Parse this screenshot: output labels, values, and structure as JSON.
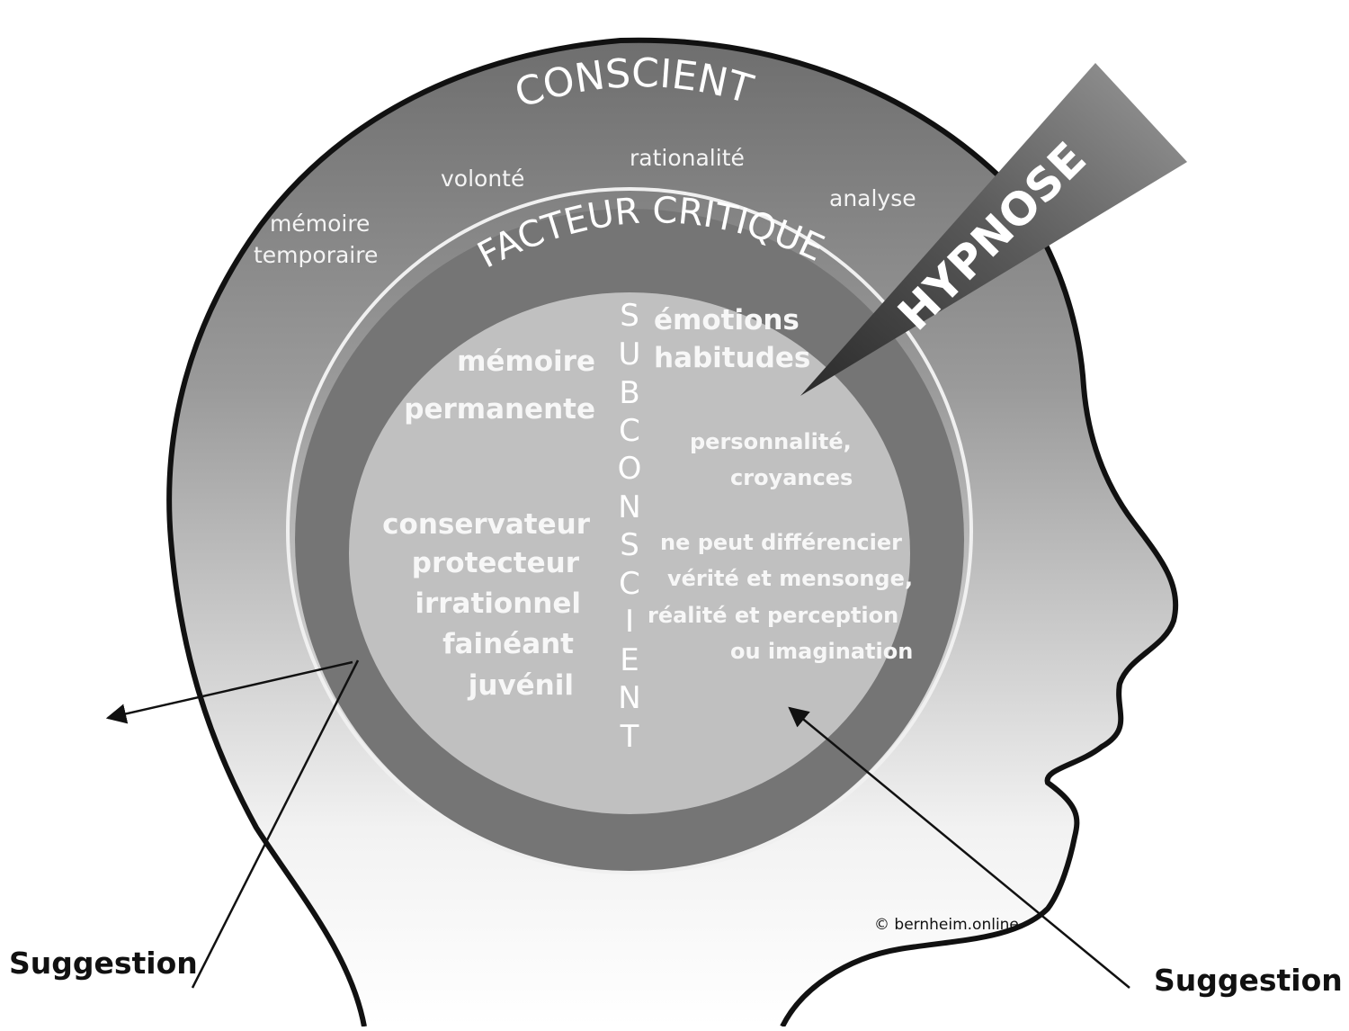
{
  "conscient": {
    "title": "CONSCIENT",
    "items": [
      "volonté",
      "rationalité",
      "analyse",
      "mémoire",
      "temporaire"
    ]
  },
  "facteur_critique": {
    "title": "FACTEUR CRITIQUE"
  },
  "hypnose": {
    "title": "HYPNOSE"
  },
  "subconscient": {
    "letters": [
      "S",
      "U",
      "B",
      "C",
      "O",
      "N",
      "S",
      "C",
      "I",
      "E",
      "N",
      "T"
    ],
    "left": [
      "mémoire",
      "permanente",
      "conservateur",
      "protecteur",
      "irrationnel",
      "fainéant",
      "juvénil"
    ],
    "right": [
      "émotions",
      "habitudes",
      "personnalité,",
      "croyances",
      "ne peut différencier",
      "vérité et mensonge,",
      "réalité et perception",
      "ou imagination"
    ]
  },
  "suggestion_left": "Suggestion",
  "suggestion_right": "Suggestion",
  "copyright": "© bernheim.online",
  "colors": {
    "outer_band": "#6a6a6a",
    "inner_ring": "#7a7a7a",
    "core": "#c0c0c0",
    "hypnose": "#555555"
  }
}
